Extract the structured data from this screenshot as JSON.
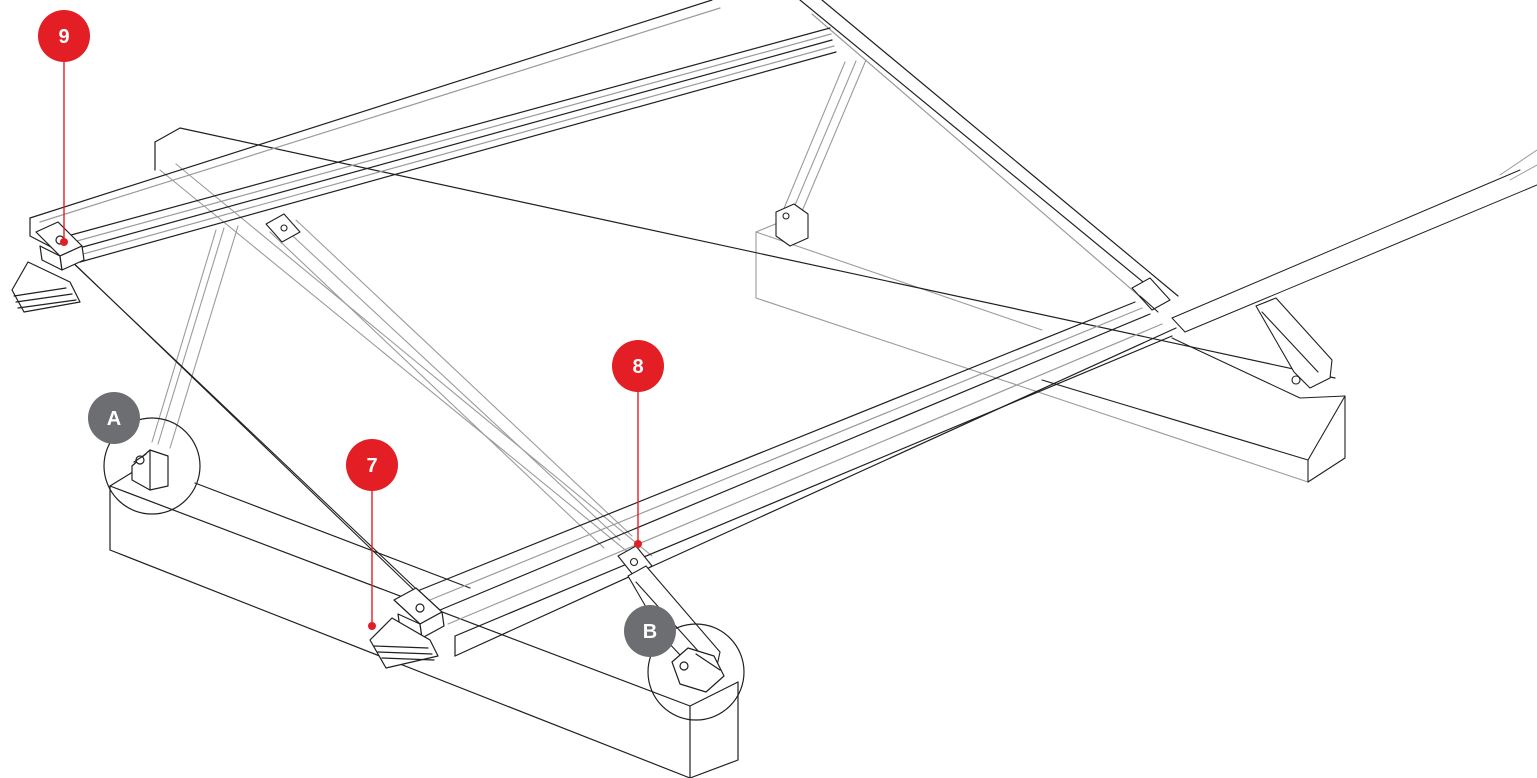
{
  "callouts": [
    {
      "id": "9",
      "label": "9",
      "kind": "part-number"
    },
    {
      "id": "8",
      "label": "8",
      "kind": "part-number"
    },
    {
      "id": "7",
      "label": "7",
      "kind": "part-number"
    }
  ],
  "details": [
    {
      "id": "A",
      "label": "A",
      "kind": "detail-view"
    },
    {
      "id": "B",
      "label": "B",
      "kind": "detail-view"
    }
  ],
  "colors": {
    "part_callout": "#e31e24",
    "detail_badge": "#6d6e71",
    "line_dark": "#231f20",
    "line_light": "#9b9b9b"
  }
}
